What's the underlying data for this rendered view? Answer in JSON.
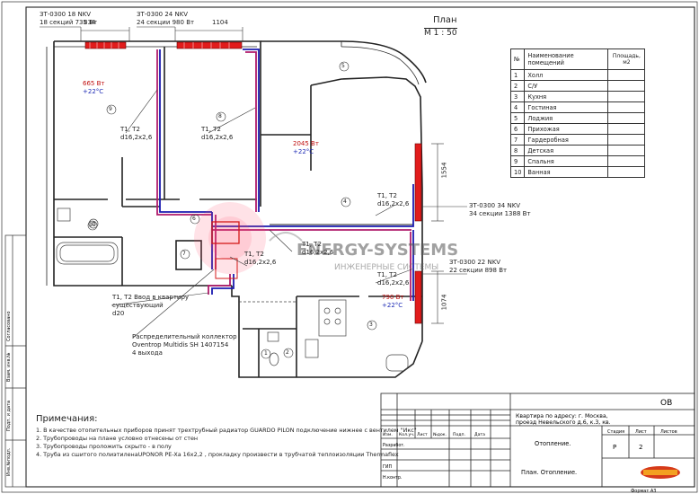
{
  "plan": {
    "title": "План",
    "scale": "М 1 : 50"
  },
  "radiators": {
    "r1_model": "ЗТ-0300 18 NKV",
    "r1_spec": "18 секций  735 Вт",
    "r1_width": "834",
    "r2_model": "ЗТ-0300 24 NKV",
    "r2_spec": "24 секции  980 Вт",
    "r2_width": "1104",
    "r3_model": "ЗТ-0300 34 NKV",
    "r3_spec": "34 секции  1388 Вт",
    "r3_height": "1554",
    "r4_model": "ЗТ-0300 22 NKV",
    "r4_spec": "22 секции  898 Вт",
    "r4_height": "1074"
  },
  "heat": {
    "h1_power": "665 Вт",
    "h1_temp": "+22°C",
    "h2_power": "2045 Вт",
    "h2_temp": "+22°C",
    "h3_power": "790 Вт",
    "h3_temp": "+22°C"
  },
  "pipes": {
    "p1_a": "Т1, Т2",
    "p1_b": "d16,2х2,6",
    "p2_a": "Т1, Т2",
    "p2_b": "d16,2х2,6",
    "p3_a": "Т1, Т2",
    "p3_b": "d16,2х2,6",
    "p4_a": "Т1, Т2",
    "p4_b": "d16,2х2,6",
    "p5_a": "Т1, Т2",
    "p5_b": "d16,2х2,6",
    "p6_a": "Т1, Т2",
    "p6_b": "d16,2х2,6"
  },
  "callouts": {
    "inlet_1": "Т1, Т2 Ввод в квартиру",
    "inlet_2": "существующий",
    "inlet_3": "d20",
    "manifold_1": "Распределительный коллектор",
    "manifold_2": "Oventrop Multidis SH 1407154",
    "manifold_3": "4 выхода"
  },
  "room_numbers": [
    "1",
    "2",
    "3",
    "4",
    "5",
    "6",
    "7",
    "8",
    "9",
    "10"
  ],
  "legend": {
    "head_num": "№",
    "head_name": "Наименование помещений",
    "head_area_1": "Площадь,",
    "head_area_2": "м2",
    "rows": [
      {
        "num": "1",
        "name": "Холл"
      },
      {
        "num": "2",
        "name": "С/У"
      },
      {
        "num": "3",
        "name": "Кухня"
      },
      {
        "num": "4",
        "name": "Гостиная"
      },
      {
        "num": "5",
        "name": "Лоджия"
      },
      {
        "num": "6",
        "name": "Прихожая"
      },
      {
        "num": "7",
        "name": "Гардеробная"
      },
      {
        "num": "8",
        "name": "Детская"
      },
      {
        "num": "9",
        "name": "Спальня"
      },
      {
        "num": "10",
        "name": "Ванная"
      }
    ]
  },
  "watermark": {
    "main": "ENERGY-SYSTEMS",
    "sub": "ИНЖЕНЕРНЫЕ СИСТЕМЫ"
  },
  "notes": {
    "title": "Примечания:",
    "n1": "1. В качестве отопительных приборов принят трехтрубный радиатор GUARDO PILON подключение нижнее с вентилем \"Икс\"",
    "n2": "2. Трубопроводы на плане условно отнесены от стен",
    "n3": "3. Трубопроводы проложить скрыто - в полу",
    "n4": "4. Труба из сшитого полиэтиленаUPONOR PE-Xa 16х2,2 , прокладку произвести в трубчатой теплоизоляции  Thermaflex"
  },
  "stamp": {
    "code": "ОВ",
    "address_1": "Квартира по адресу: г. Москва,",
    "address_2": "проезд Невельского д.6, к.3, кв.",
    "section": "Отопление.",
    "sheet_title": "План. Отопление.",
    "col_izm": "Изм.",
    "col_kol": "Кол.уч.",
    "col_list": "Лист",
    "col_ndok": "№док.",
    "col_podp": "Подп.",
    "col_data": "Дата",
    "razrab": "Разработ.",
    "gip": "ГИП",
    "nkontr": "Н.контр.",
    "stadiya_label": "Стадия",
    "stadiya": "Р",
    "list_label": "Лист",
    "list": "2",
    "listov_label": "Листов",
    "format": "Формат   А3"
  },
  "side_stamp": {
    "s1": "Инв.№подл.",
    "s2": "Подп. и дата",
    "s3": "Взам. инв.№",
    "s4": "Согласовано"
  }
}
